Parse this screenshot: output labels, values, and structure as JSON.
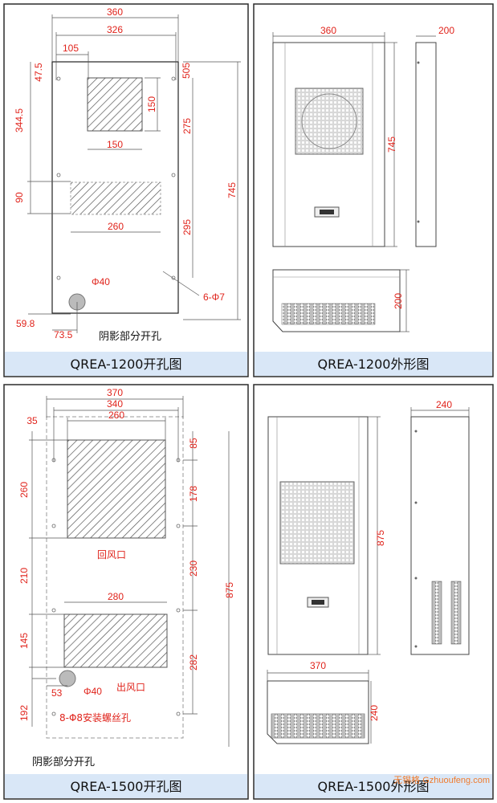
{
  "panels": {
    "qrea1200_cutout": {
      "caption": "QREA-1200开孔图",
      "dims": {
        "w360": "360",
        "w326": "326",
        "w105": "105",
        "d47_5": "47.5",
        "d505": "505",
        "d344_5": "344.5",
        "d150v": "150",
        "d150h": "150",
        "d275": "275",
        "d90": "90",
        "d745": "745",
        "d260": "260",
        "d295": "295",
        "phi40": "Φ40",
        "holes": "6-Φ7",
        "d59_8": "59.8",
        "d73_5": "73.5"
      },
      "note": "阴影部分开孔"
    },
    "qrea1200_outline": {
      "caption": "QREA-1200外形图",
      "dims": {
        "w360": "360",
        "w200": "200",
        "h745": "745",
        "h200": "200"
      }
    },
    "qrea1500_cutout": {
      "caption": "QREA-1500开孔图",
      "dims": {
        "w370": "370",
        "w340": "340",
        "w260": "260",
        "d35": "35",
        "d85": "85",
        "d260v": "260",
        "d178": "178",
        "d210": "210",
        "d230": "230",
        "d875": "875",
        "w280": "280",
        "d145": "145",
        "d282": "282",
        "d53": "53",
        "phi40": "Φ40",
        "d192": "192"
      },
      "labels": {
        "return_air": "回风口",
        "outlet": "出风口",
        "screw_holes": "8-Φ8安装螺丝孔"
      },
      "note": "阴影部分开孔"
    },
    "qrea1500_outline": {
      "caption": "QREA-1500外形图",
      "dims": {
        "w370": "370",
        "w240": "240",
        "h875": "875",
        "h240": "240"
      }
    }
  },
  "watermark": "无锡格 Gzhuoufeng.com",
  "colors": {
    "dimension": "#e0231b",
    "caption_bg": "#d9e7f7",
    "line": "#333333"
  }
}
